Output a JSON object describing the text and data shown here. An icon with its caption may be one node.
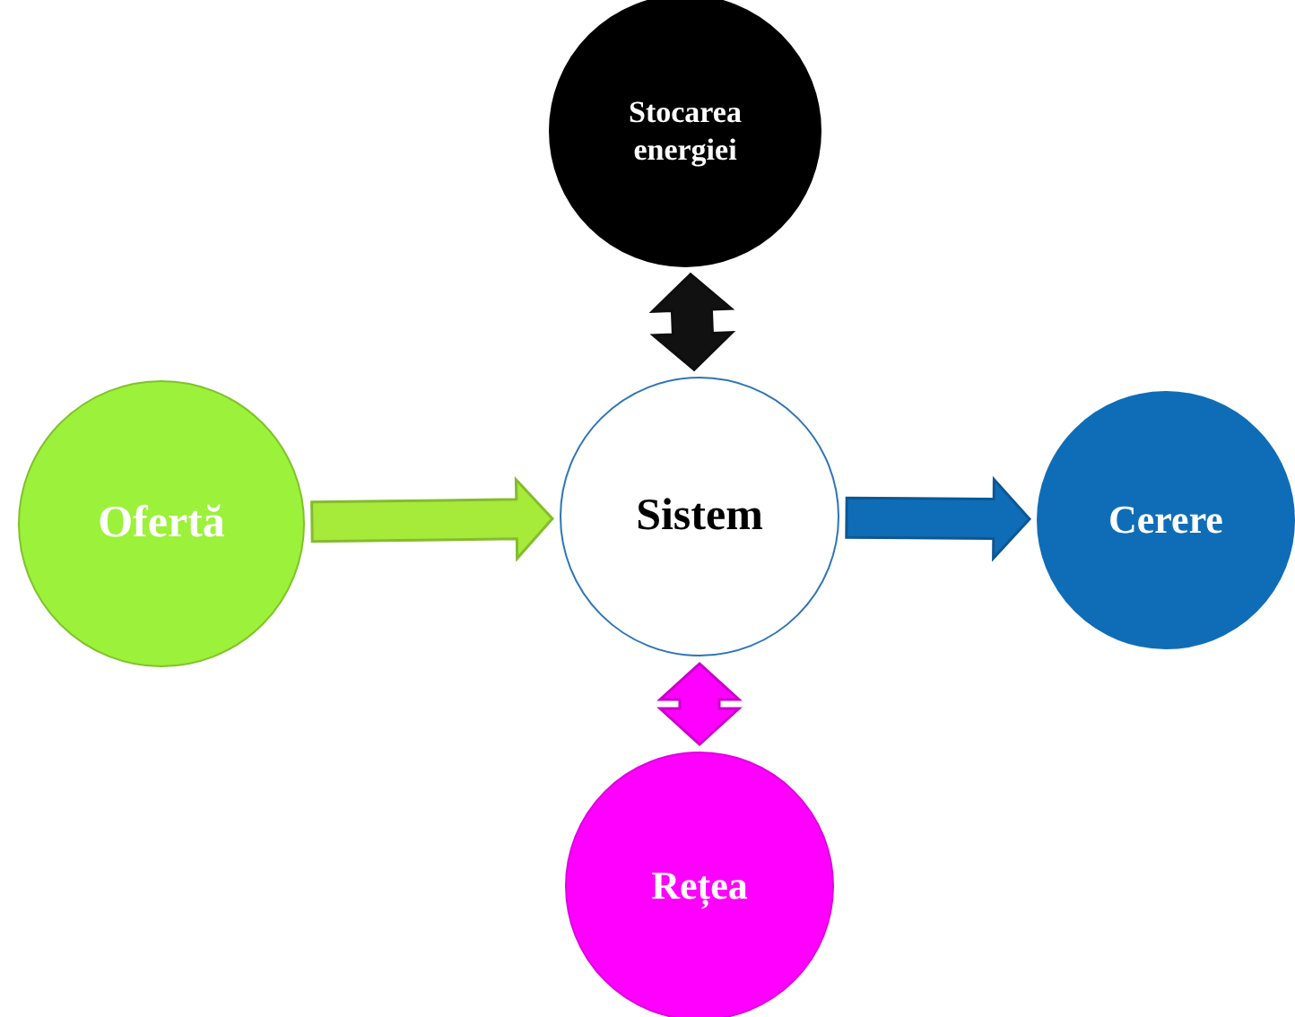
{
  "diagram": {
    "nodes": [
      {
        "text": [
          "Stocarea energiei"
        ]
      },
      {
        "text": [
          "Ofertă"
        ]
      },
      {
        "text": [
          "Sistem"
        ]
      },
      {
        "text": [
          "Cerere"
        ]
      },
      {
        "text": [
          "Rețea"
        ]
      }
    ],
    "edges": [
      {
        "from": 1,
        "to": 2,
        "arrow": "to",
        "style": "thick",
        "color": "#a6ea3a"
      },
      {
        "from": 2,
        "to": 3,
        "arrow": "to",
        "style": "thick",
        "color": "#0f6db8"
      },
      {
        "from": 0,
        "to": 2,
        "arrow": "both",
        "style": "thick",
        "color": "#111111"
      },
      {
        "from": 2,
        "to": 4,
        "arrow": "both",
        "style": "thick",
        "color": "#ff00ff"
      }
    ]
  }
}
